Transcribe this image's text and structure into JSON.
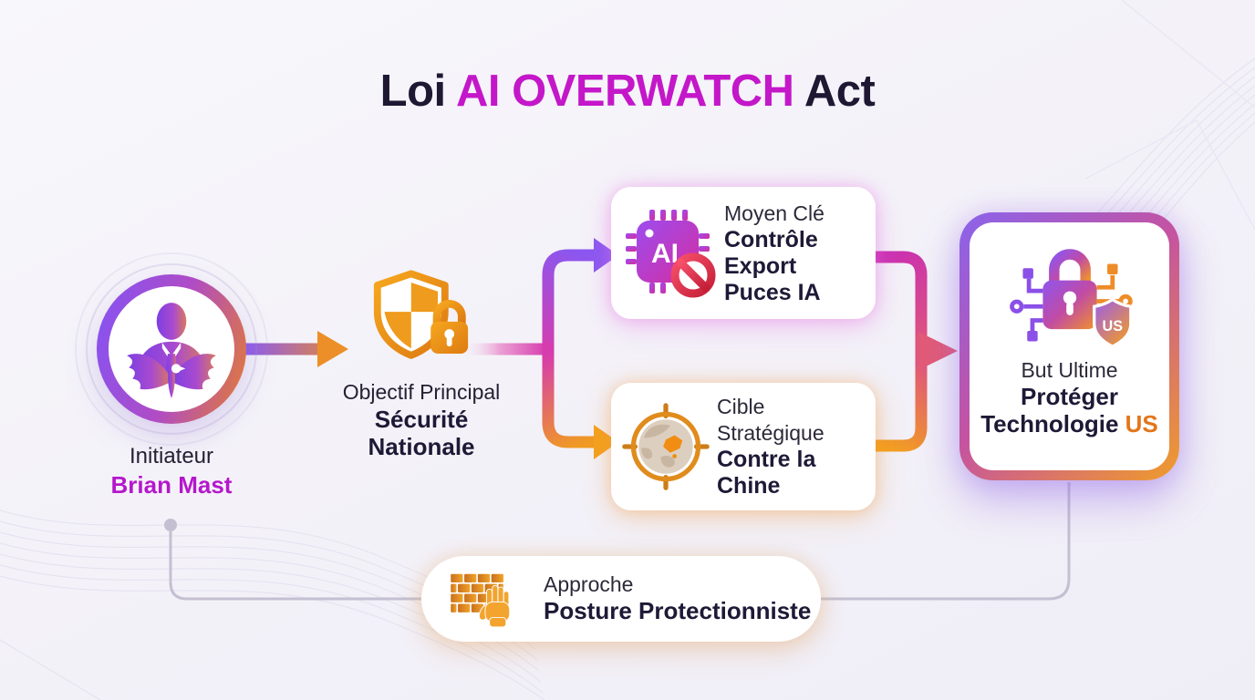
{
  "title": {
    "part1": "Loi",
    "highlight": "AI OVERWATCH",
    "part2": "Act"
  },
  "initiator": {
    "icon": "person-eagle-icon",
    "label": "Initiateur",
    "name": "Brian Mast"
  },
  "objective": {
    "icon": "shield-lock-icon",
    "label": "Objectif Principal",
    "line1": "Sécurité",
    "line2": "Nationale"
  },
  "means": {
    "icon": "ai-chip-ban-icon",
    "chip_text": "AI",
    "label": "Moyen Clé",
    "line1": "Contrôle",
    "line2": "Export",
    "accent": "Puces IA"
  },
  "target": {
    "icon": "globe-target-icon",
    "label1": "Cible",
    "label2": "Stratégique",
    "line1": "Contre la",
    "accent": "Chine"
  },
  "goal": {
    "icon": "lock-circuit-us-icon",
    "badge_text": "US",
    "label": "But Ultime",
    "line1": "Protéger",
    "line2": "Technologie",
    "accent": "US"
  },
  "approach": {
    "icon": "brick-wall-hand-icon",
    "label": "Approche",
    "value": "Posture Protectionniste"
  },
  "colors": {
    "title_accent": "#c417c9",
    "magenta_accent": "#bf1bd1",
    "orange_accent": "#ef981f",
    "dark_text": "#1e1936",
    "flow_purple": "#8a57f0",
    "flow_magenta": "#d63cae",
    "flow_orange": "#f09b21",
    "flow_red_arrow": "#e25b76",
    "grey_connector": "#c4c0d2"
  }
}
